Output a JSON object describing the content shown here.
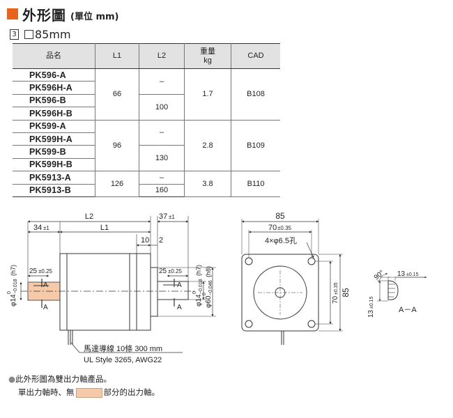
{
  "header": {
    "title": "外形圖",
    "unit": "(單位 mm)",
    "frame_number": "3",
    "frame_size": "85mm"
  },
  "table": {
    "headers": [
      "品名",
      "L1",
      "L2",
      "重量\nkg",
      "CAD"
    ],
    "groups": [
      {
        "models": [
          "PK596-A",
          "PK596H-A",
          "PK596-B",
          "PK596H-B"
        ],
        "l1": "66",
        "l2_a": "–",
        "l2_b": "100",
        "weight": "1.7",
        "cad": "B108"
      },
      {
        "models": [
          "PK599-A",
          "PK599H-A",
          "PK599-B",
          "PK599H-B"
        ],
        "l1": "96",
        "l2_a": "–",
        "l2_b": "130",
        "weight": "2.8",
        "cad": "B109"
      },
      {
        "models": [
          "PK5913-A",
          "PK5913-B"
        ],
        "l1": "126",
        "l2_a": "–",
        "l2_b": "160",
        "weight": "3.8",
        "cad": "B110"
      }
    ]
  },
  "drawing": {
    "L2": "L2",
    "L1": "L1",
    "d37": "37",
    "tol37": "±1",
    "d34": "34",
    "tol34": "±1",
    "d10": "10",
    "d2": "2",
    "d25": "25",
    "tol25": "±0.25",
    "shaft_d": "φ14",
    "shaft_tol_top": "0",
    "shaft_tol_bot": "−0.018",
    "shaft_fit": "(h7)",
    "pilot_d": "φ60",
    "pilot_tol_top": "0",
    "pilot_tol_bot": "−0.046",
    "pilot_fit": "(h8)",
    "sec_a": "A",
    "lead_label": "馬達導線 10條 300 mm",
    "lead_spec": "UL Style 3265, AWG22",
    "d85": "85",
    "d70": "70",
    "tol70": "±0.35",
    "holes": "4×φ6.5孔",
    "d13": "13",
    "tol13": "±0.15",
    "angle90": "90°",
    "section": "A－A"
  },
  "notes": {
    "line1": "此外形圖為雙出力軸產品。",
    "line2_pre": "單出力軸時、無",
    "line2_post": "部分的出力軸。"
  },
  "colors": {
    "accent": "#e8641e",
    "shaft_fill": "#f6c9a8"
  }
}
